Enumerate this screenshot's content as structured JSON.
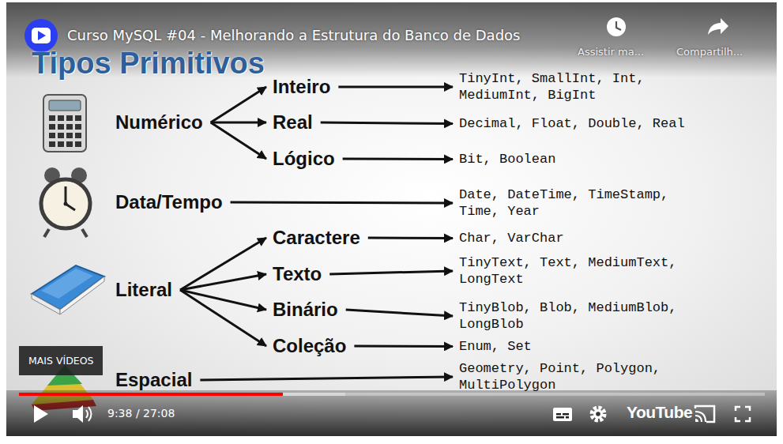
{
  "diagram": {
    "title": "Tipos Primitivos",
    "nodes": [
      {
        "text": [
          "Numérico"
        ]
      },
      {
        "text": [
          "Inteiro"
        ]
      },
      {
        "text": [
          "TinyInt, SmallInt, Int, MediumInt, BigInt"
        ]
      },
      {
        "text": [
          "Real"
        ]
      },
      {
        "text": [
          "Decimal, Float, Double, Real"
        ]
      },
      {
        "text": [
          "Lógico"
        ]
      },
      {
        "text": [
          "Bit, Boolean"
        ]
      },
      {
        "text": [
          "Data/Tempo"
        ]
      },
      {
        "text": [
          "Date, DateTime, TimeStamp, Time, Year"
        ]
      },
      {
        "text": [
          "Literal"
        ]
      },
      {
        "text": [
          "Caractere"
        ]
      },
      {
        "text": [
          "Char, VarChar"
        ]
      },
      {
        "text": [
          "Texto"
        ]
      },
      {
        "text": [
          "TinyText, Text, MediumText, LongText"
        ]
      },
      {
        "text": [
          "Binário"
        ]
      },
      {
        "text": [
          "TinyBlob, Blob, MediumBlob, LongBlob"
        ]
      },
      {
        "text": [
          "Coleção"
        ]
      },
      {
        "text": [
          "Enum, Set"
        ]
      },
      {
        "text": [
          "Espacial"
        ]
      },
      {
        "text": [
          "Geometry, Point, Polygon, MultiPolygon"
        ]
      },
      {
        "text": [
          "MAIS VÍDEOS"
        ]
      }
    ],
    "edges": [
      {
        "from": 0,
        "to": 1,
        "arrow": "to"
      },
      {
        "from": 0,
        "to": 3,
        "arrow": "to"
      },
      {
        "from": 0,
        "to": 5,
        "arrow": "to"
      },
      {
        "from": 1,
        "to": 2,
        "arrow": "to"
      },
      {
        "from": 3,
        "to": 4,
        "arrow": "to"
      },
      {
        "from": 5,
        "to": 6,
        "arrow": "to"
      },
      {
        "from": 7,
        "to": 8,
        "arrow": "to"
      },
      {
        "from": 9,
        "to": 10,
        "arrow": "to"
      },
      {
        "from": 9,
        "to": 12,
        "arrow": "to"
      },
      {
        "from": 9,
        "to": 14,
        "arrow": "to"
      },
      {
        "from": 9,
        "to": 16,
        "arrow": "to"
      },
      {
        "from": 10,
        "to": 11,
        "arrow": "to"
      },
      {
        "from": 12,
        "to": 13,
        "arrow": "to"
      },
      {
        "from": 14,
        "to": 15,
        "arrow": "to"
      },
      {
        "from": 16,
        "to": 17,
        "arrow": "to"
      },
      {
        "from": 18,
        "to": 19,
        "arrow": "to"
      }
    ],
    "labels": [
      "Curso MySQL #04 - Melhorando a Estrutura do Banco de Dados",
      "Assistir ma...",
      "Compartilh...",
      "9:38 / 27:08",
      "YouTube"
    ]
  }
}
